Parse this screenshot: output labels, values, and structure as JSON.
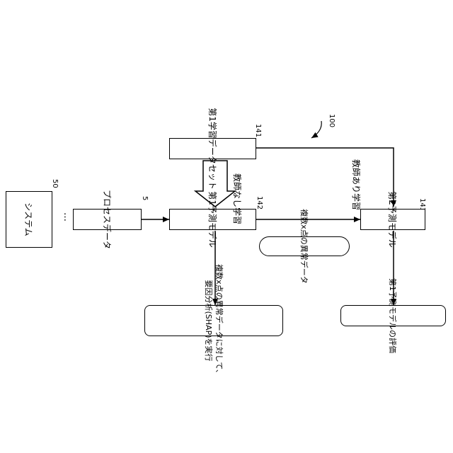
{
  "diagram": {
    "ref_system": "100",
    "nodes": {
      "system": {
        "ref": "50",
        "label": "システム"
      },
      "process_data": {
        "ref": "5",
        "label": "プロセスデータ"
      },
      "ellipsis": "…",
      "training_set": {
        "ref": "141",
        "label": "第1学習データセット"
      },
      "model1": {
        "ref": "142",
        "label": "第1予測モデル"
      },
      "model2": {
        "ref": "143",
        "label": "第2予測モデル"
      },
      "anomaly_data": {
        "label": "複数x点の異常データ"
      },
      "shap": {
        "line1": "複数x点の異常データに対して、",
        "line2": "要因分析(SHAP)を実行"
      },
      "evaluation": {
        "label": "第1予測モデルの評価"
      }
    },
    "edges": {
      "unsupervised": "教師なし学習",
      "supervised": "教師あり学習"
    }
  }
}
